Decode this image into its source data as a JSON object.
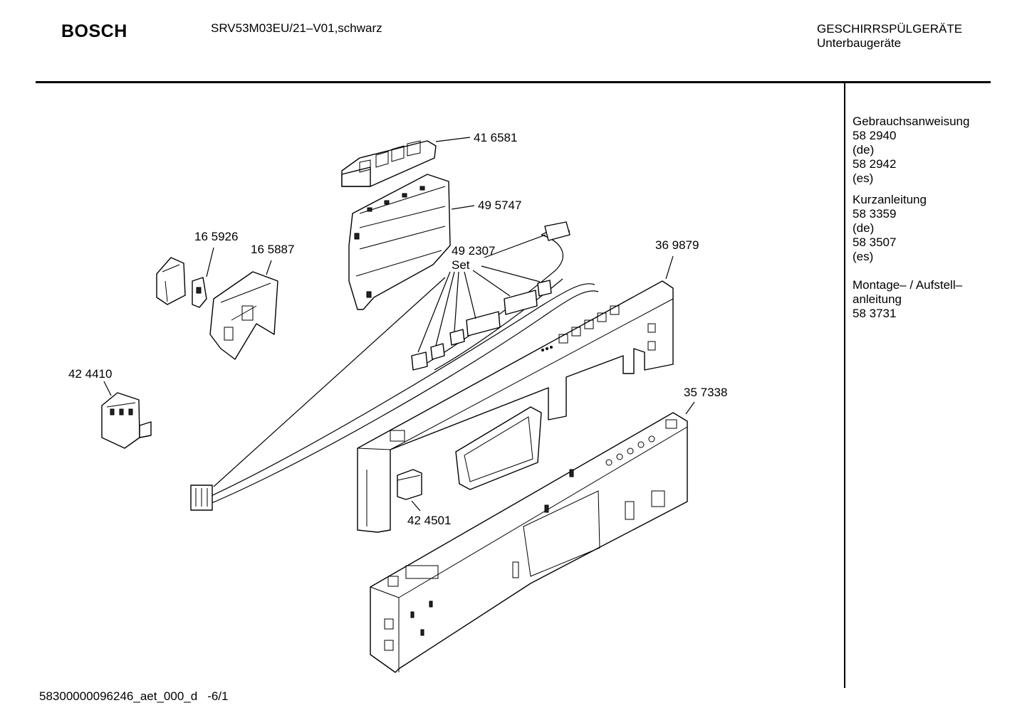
{
  "header": {
    "brand": "BOSCH",
    "model": "SRV53M03EU/21–V01,schwarz",
    "category_line1": "GESCHIRRSPÜLGERÄTE",
    "category_line2": "Unterbaugeräte"
  },
  "sidebar": {
    "groups": [
      {
        "lines": [
          "Gebrauchsanweisung",
          "58 2940",
          "(de)",
          "58 2942",
          "(es)"
        ]
      },
      {
        "lines": [
          "Kurzanleitung",
          "58 3359",
          "(de)",
          "58 3507",
          "(es)"
        ]
      },
      {
        "lines": [
          "Montage– / Aufstell–",
          "anleitung",
          "58 3731"
        ]
      }
    ]
  },
  "parts": {
    "p416581": "41 6581",
    "p495747": "49 5747",
    "p165926": "16 5926",
    "p165887": "16 5887",
    "p492307": "49 2307",
    "set_label": "Set",
    "p369879": "36 9879",
    "p424410": "42 4410",
    "p357338": "35 7338",
    "p424501": "42 4501"
  },
  "footer": {
    "doc_id": "58300000096246_aet_000_d",
    "page": "-6/1"
  }
}
